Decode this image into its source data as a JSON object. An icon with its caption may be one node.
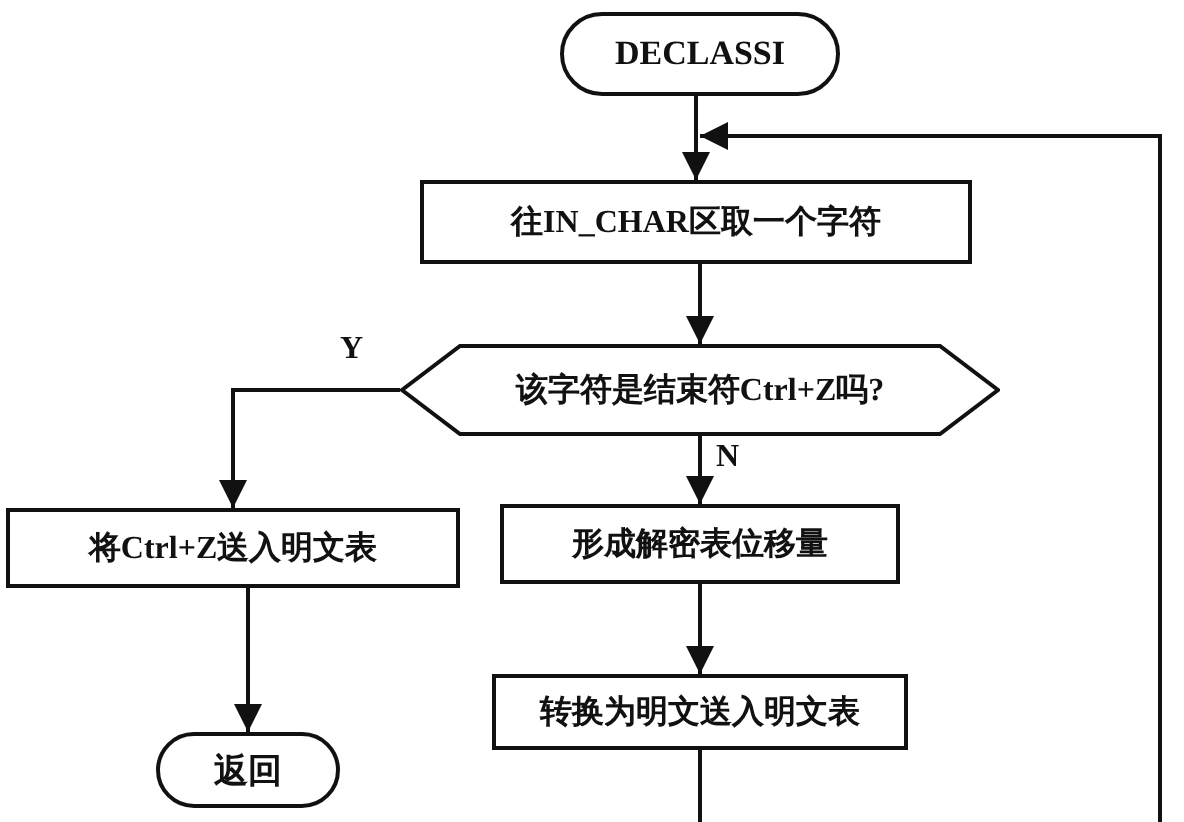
{
  "diagram": {
    "nodes": [
      {
        "text": [
          "DECLASSI"
        ]
      },
      {
        "text": [
          "往IN_CHAR区取一个字符"
        ]
      },
      {
        "text": [
          "该字符是结束符Ctrl+Z吗?"
        ]
      },
      {
        "text": [
          "将Ctrl+Z送入明文表"
        ]
      },
      {
        "text": [
          "形成解密表位移量"
        ]
      },
      {
        "text": [
          "转换为明文送入明文表"
        ]
      },
      {
        "text": [
          "返回"
        ]
      }
    ],
    "edges": [
      {
        "from": 0,
        "to": 1,
        "arrow": "to"
      },
      {
        "from": 1,
        "to": 2,
        "arrow": "to"
      },
      {
        "from": 2,
        "to": 3,
        "arrow": "to",
        "label": "Y"
      },
      {
        "from": 2,
        "to": 4,
        "arrow": "to",
        "label": "N"
      },
      {
        "from": 3,
        "to": 6,
        "arrow": "to"
      },
      {
        "from": 4,
        "to": 5,
        "arrow": "to"
      },
      {
        "from": 5,
        "to": null,
        "arrow": "none"
      },
      {
        "from": null,
        "to": 1,
        "arrow": "to"
      }
    ]
  }
}
